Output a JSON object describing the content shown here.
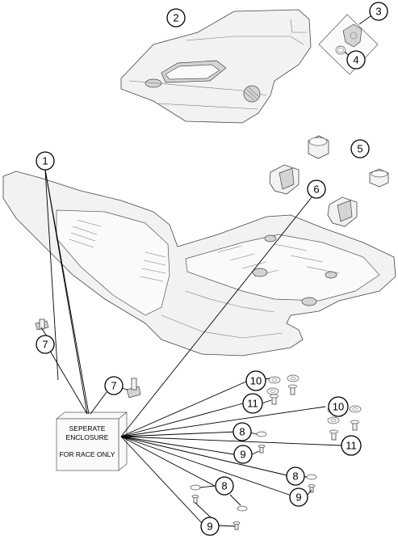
{
  "callouts": [
    {
      "number": "1"
    },
    {
      "number": "2"
    },
    {
      "number": "3"
    },
    {
      "number": "4"
    },
    {
      "number": "5"
    },
    {
      "number": "6"
    },
    {
      "number": "7"
    },
    {
      "number": "7"
    },
    {
      "number": "8"
    },
    {
      "number": "8"
    },
    {
      "number": "8"
    },
    {
      "number": "9"
    },
    {
      "number": "9"
    },
    {
      "number": "9"
    },
    {
      "number": "10"
    },
    {
      "number": "10"
    },
    {
      "number": "11"
    },
    {
      "number": "11"
    }
  ],
  "enclosure": {
    "line1": "SEPERATE",
    "line2": "ENCLOSURE",
    "line3": "FOR RACE ONLY"
  }
}
